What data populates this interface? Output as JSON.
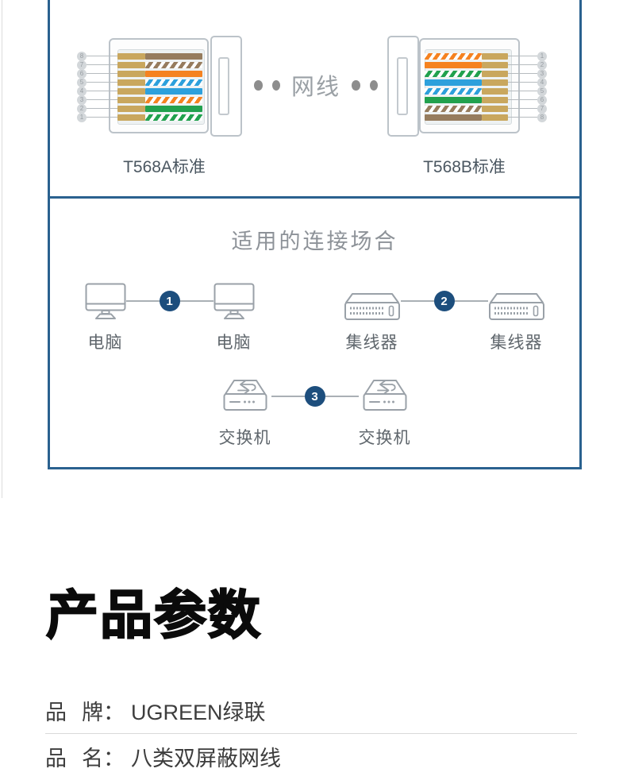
{
  "wiring_panel": {
    "center_label": "网线",
    "dots_each_side": 2,
    "left": {
      "label": "T568A标准",
      "pins_top_to_bottom": [
        {
          "pin": "8",
          "wire": "brown"
        },
        {
          "pin": "7",
          "wire": "white-brown"
        },
        {
          "pin": "6",
          "wire": "orange"
        },
        {
          "pin": "5",
          "wire": "white-blue"
        },
        {
          "pin": "4",
          "wire": "blue"
        },
        {
          "pin": "3",
          "wire": "white-orange"
        },
        {
          "pin": "2",
          "wire": "green"
        },
        {
          "pin": "1",
          "wire": "white-green"
        }
      ]
    },
    "right": {
      "label": "T568B标准",
      "pins_top_to_bottom": [
        {
          "pin": "1",
          "wire": "white-orange"
        },
        {
          "pin": "2",
          "wire": "orange"
        },
        {
          "pin": "3",
          "wire": "white-green"
        },
        {
          "pin": "4",
          "wire": "blue"
        },
        {
          "pin": "5",
          "wire": "white-blue"
        },
        {
          "pin": "6",
          "wire": "green"
        },
        {
          "pin": "7",
          "wire": "white-brown"
        },
        {
          "pin": "8",
          "wire": "brown"
        }
      ]
    }
  },
  "scenarios_panel": {
    "title": "适用的连接场合",
    "groups": [
      {
        "num": "1",
        "row": 1,
        "left": {
          "icon": "computer",
          "label": "电脑"
        },
        "right": {
          "icon": "computer",
          "label": "电脑"
        }
      },
      {
        "num": "2",
        "row": 1,
        "left": {
          "icon": "hub",
          "label": "集线器"
        },
        "right": {
          "icon": "hub",
          "label": "集线器"
        }
      },
      {
        "num": "3",
        "row": 2,
        "left": {
          "icon": "switch",
          "label": "交换机"
        },
        "right": {
          "icon": "switch",
          "label": "交换机"
        }
      }
    ]
  },
  "specs": {
    "heading": "产品参数",
    "rows": [
      {
        "label_first": "品",
        "label_rest": "牌：",
        "value": "UGREEN绿联"
      },
      {
        "label_first": "品",
        "label_rest": "名：",
        "value": "八类双屏蔽网线"
      }
    ]
  },
  "colors": {
    "panel_border": "#2a618f",
    "badge_blue": "#1d4e7d",
    "icon_stroke": "#9aa1a8",
    "contact_gold": "#c9a75e",
    "wires": {
      "brown": "#967c5e",
      "orange": "#f58220",
      "blue": "#2da0dc",
      "green": "#21a14e"
    }
  }
}
